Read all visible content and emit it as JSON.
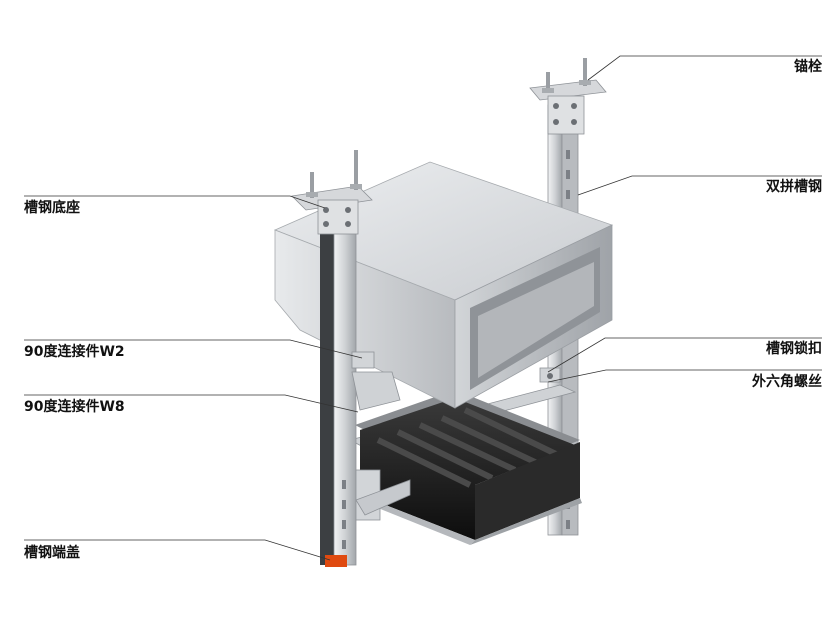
{
  "labels": {
    "anchor_bolt": "锚栓",
    "channel_base": "槽钢底座",
    "double_channel": "双拼槽钢",
    "connector_w2": "90度连接件W2",
    "channel_clip": "槽钢锁扣",
    "hex_bolt": "外六角螺丝",
    "connector_w8": "90度连接件W8",
    "channel_end_cap": "槽钢端盖"
  },
  "colors": {
    "steel_light": "#e4e6e9",
    "steel_mid": "#c4c7cb",
    "steel_dark": "#8e9297",
    "duct_top": "#dcdee0",
    "duct_side": "#bfc2c5",
    "duct_front": "#a9adb1",
    "tray_black": "#1c1c1c",
    "end_cap": "#e04a10",
    "leader_line": "#333333"
  }
}
